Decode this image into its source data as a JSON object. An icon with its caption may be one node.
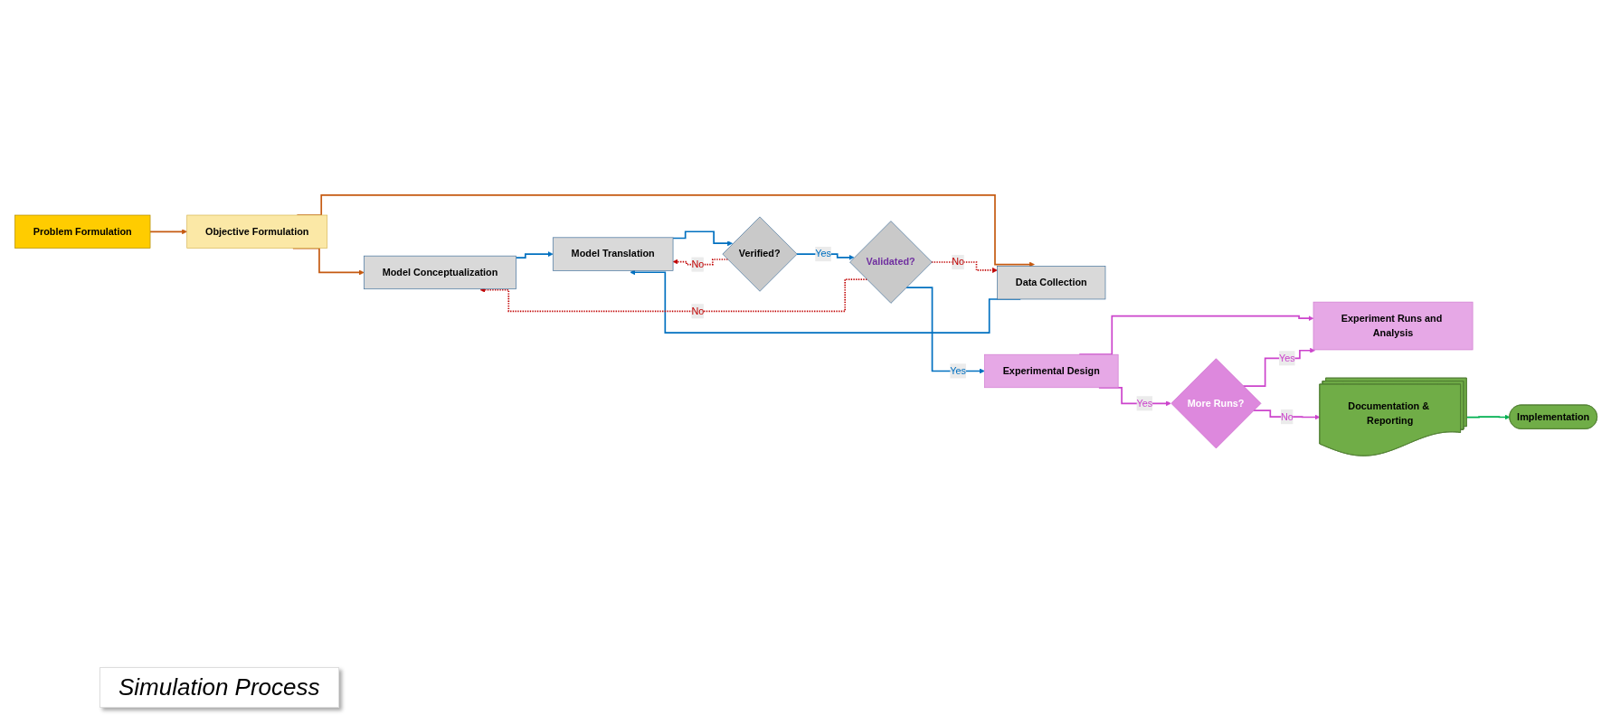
{
  "diagram": {
    "caption": "Simulation Process",
    "nodes": [
      {
        "text": [
          "Problem Formulation"
        ]
      },
      {
        "text": [
          "Objective Formulation"
        ]
      },
      {
        "text": [
          "Model Conceptualization"
        ]
      },
      {
        "text": [
          "Data Collection"
        ]
      },
      {
        "text": [
          "Model Translation"
        ]
      },
      {
        "text": [
          "Verified?"
        ]
      },
      {
        "text": [
          "Validated?"
        ]
      },
      {
        "text": [
          "Experimental Design"
        ]
      },
      {
        "text": [
          "Experiment Runs and Analysis"
        ]
      },
      {
        "text": [
          "More Runs?"
        ]
      },
      {
        "text": [
          "Documentation & Reporting"
        ]
      },
      {
        "text": [
          "Implementation"
        ]
      }
    ],
    "edges": [
      {
        "from": 0,
        "to": 1,
        "arrow": "to",
        "color": "#c55a11"
      },
      {
        "from": 1,
        "to": 2,
        "arrow": "to",
        "color": "#c55a11"
      },
      {
        "from": 1,
        "to": 3,
        "arrow": "to",
        "color": "#c55a11"
      },
      {
        "from": 2,
        "to": 4,
        "arrow": "to"
      },
      {
        "from": 3,
        "to": 4,
        "arrow": "to"
      },
      {
        "from": 4,
        "to": 5,
        "arrow": "to"
      },
      {
        "from": 5,
        "to": 6,
        "label": "Yes",
        "arrow": "to"
      },
      {
        "from": 5,
        "to": 4,
        "label": "No",
        "arrow": "to",
        "style": "dashed",
        "color": "#c00000"
      },
      {
        "from": 6,
        "to": 2,
        "label": "No",
        "arrow": "to",
        "style": "dashed",
        "color": "#c00000"
      },
      {
        "from": 6,
        "to": 3,
        "label": "No",
        "arrow": "to",
        "style": "dashed",
        "color": "#c00000"
      },
      {
        "from": 6,
        "to": 7,
        "label": "Yes",
        "arrow": "to"
      },
      {
        "from": 7,
        "to": 8,
        "arrow": "to",
        "color": "#cc44cc"
      },
      {
        "from": 7,
        "to": 9,
        "label": "Yes",
        "arrow": "to",
        "color": "#cc44cc"
      },
      {
        "from": 9,
        "to": 8,
        "label": "Yes",
        "arrow": "to",
        "color": "#cc44cc"
      },
      {
        "from": 9,
        "to": 10,
        "label": "No",
        "arrow": "to",
        "color": "#cc44cc"
      },
      {
        "from": 10,
        "to": 11,
        "arrow": "to",
        "color": "#00b050"
      }
    ]
  }
}
